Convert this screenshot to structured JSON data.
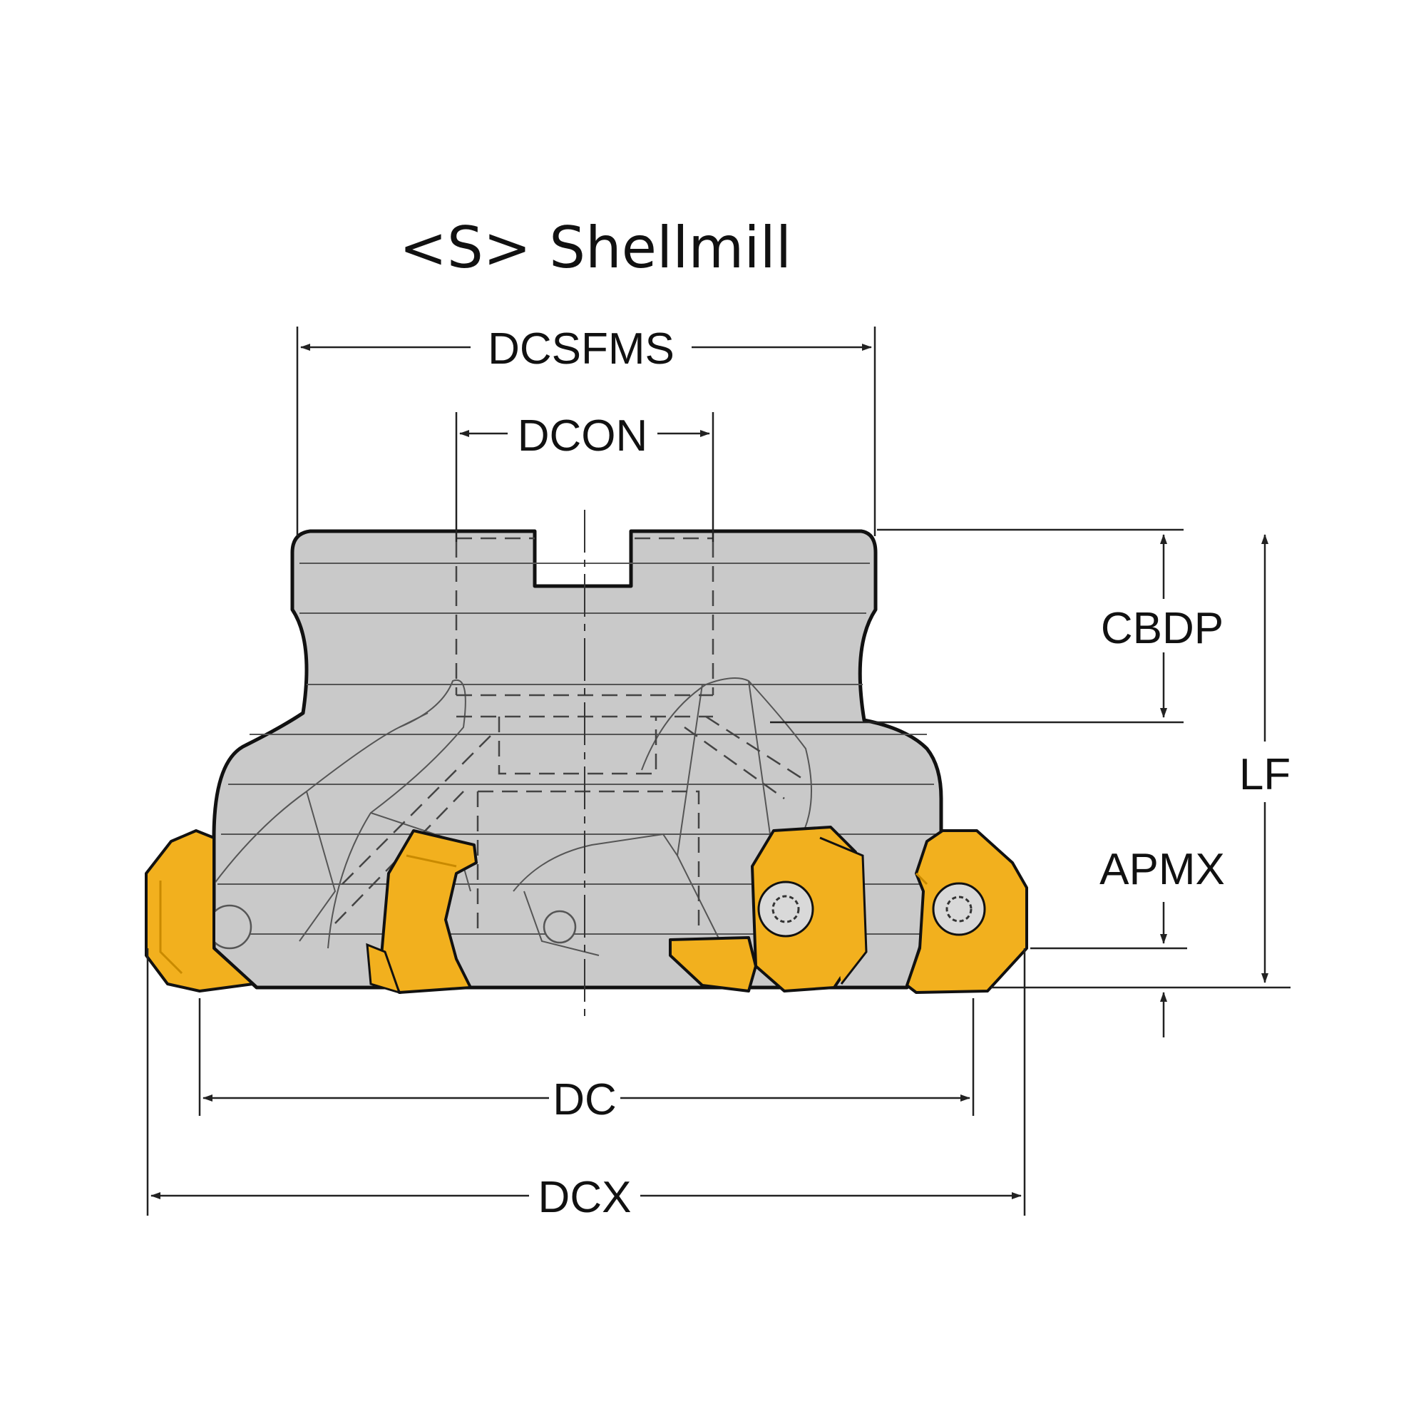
{
  "title": "<S> Shellmill",
  "dimensions": {
    "dcsfms": "DCSFMS",
    "dcon": "DCON",
    "cbdp": "CBDP",
    "lf": "LF",
    "apmx": "APMX",
    "dc": "DC",
    "dcx": "DCX"
  },
  "colors": {
    "body": "#c9c9c9",
    "body_shade": "#b9b9b9",
    "insert": "#f2b01e",
    "insert_edge": "#c98a00",
    "line": "#111111"
  }
}
